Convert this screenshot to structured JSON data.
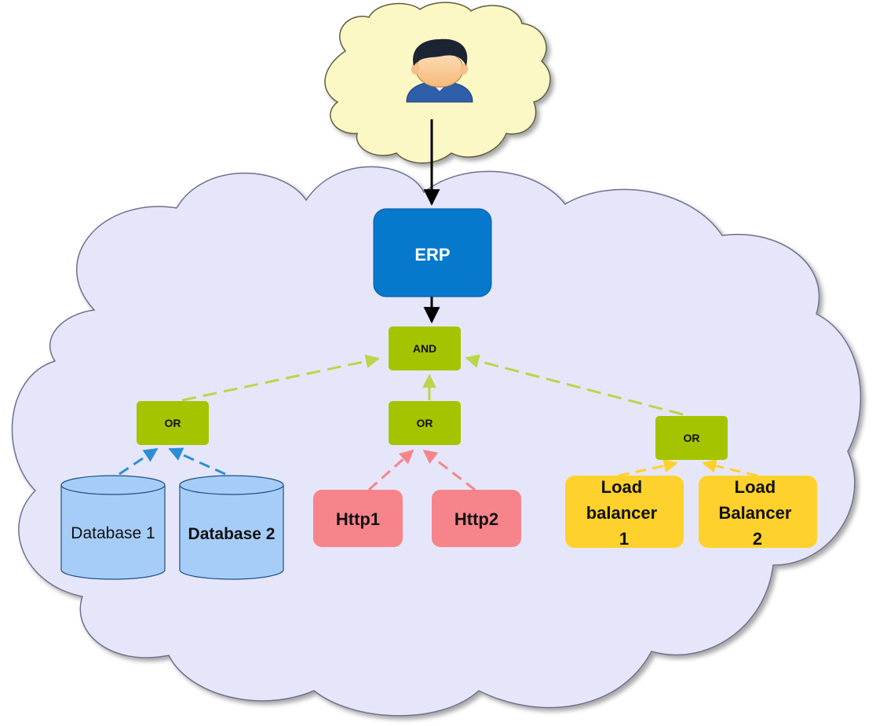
{
  "diagram": {
    "nodes": {
      "erp": {
        "label": "ERP",
        "color": "#0779cc"
      },
      "and": {
        "label": "AND",
        "color": "#a4c400"
      },
      "or_db": {
        "label": "OR",
        "color": "#a4c400"
      },
      "or_http": {
        "label": "OR",
        "color": "#a4c400"
      },
      "or_lb": {
        "label": "OR",
        "color": "#a4c400"
      },
      "db1": {
        "label": "Database 1",
        "color": "#a6cdf7"
      },
      "db2": {
        "label": "Database 2",
        "color": "#a6cdf7"
      },
      "http1": {
        "label": "Http1",
        "color": "#f7848b"
      },
      "http2": {
        "label": "Http2",
        "color": "#f7848b"
      },
      "lb1": {
        "label_lines": [
          "Load",
          "balancer",
          "1"
        ],
        "color": "#fed12c"
      },
      "lb2": {
        "label_lines": [
          "Load",
          "Balancer",
          "2"
        ],
        "color": "#fed12c"
      }
    },
    "user_icon": "user-avatar-icon",
    "user_cloud_color": "#fcf8c5",
    "system_cloud_color": "#e6e6fa",
    "edge_colors": {
      "solid": "#000000",
      "and_links": "#b9d64a",
      "db_links": "#2c8fd6",
      "http_links": "#f7848b",
      "lb_links": "#fed12c"
    }
  }
}
